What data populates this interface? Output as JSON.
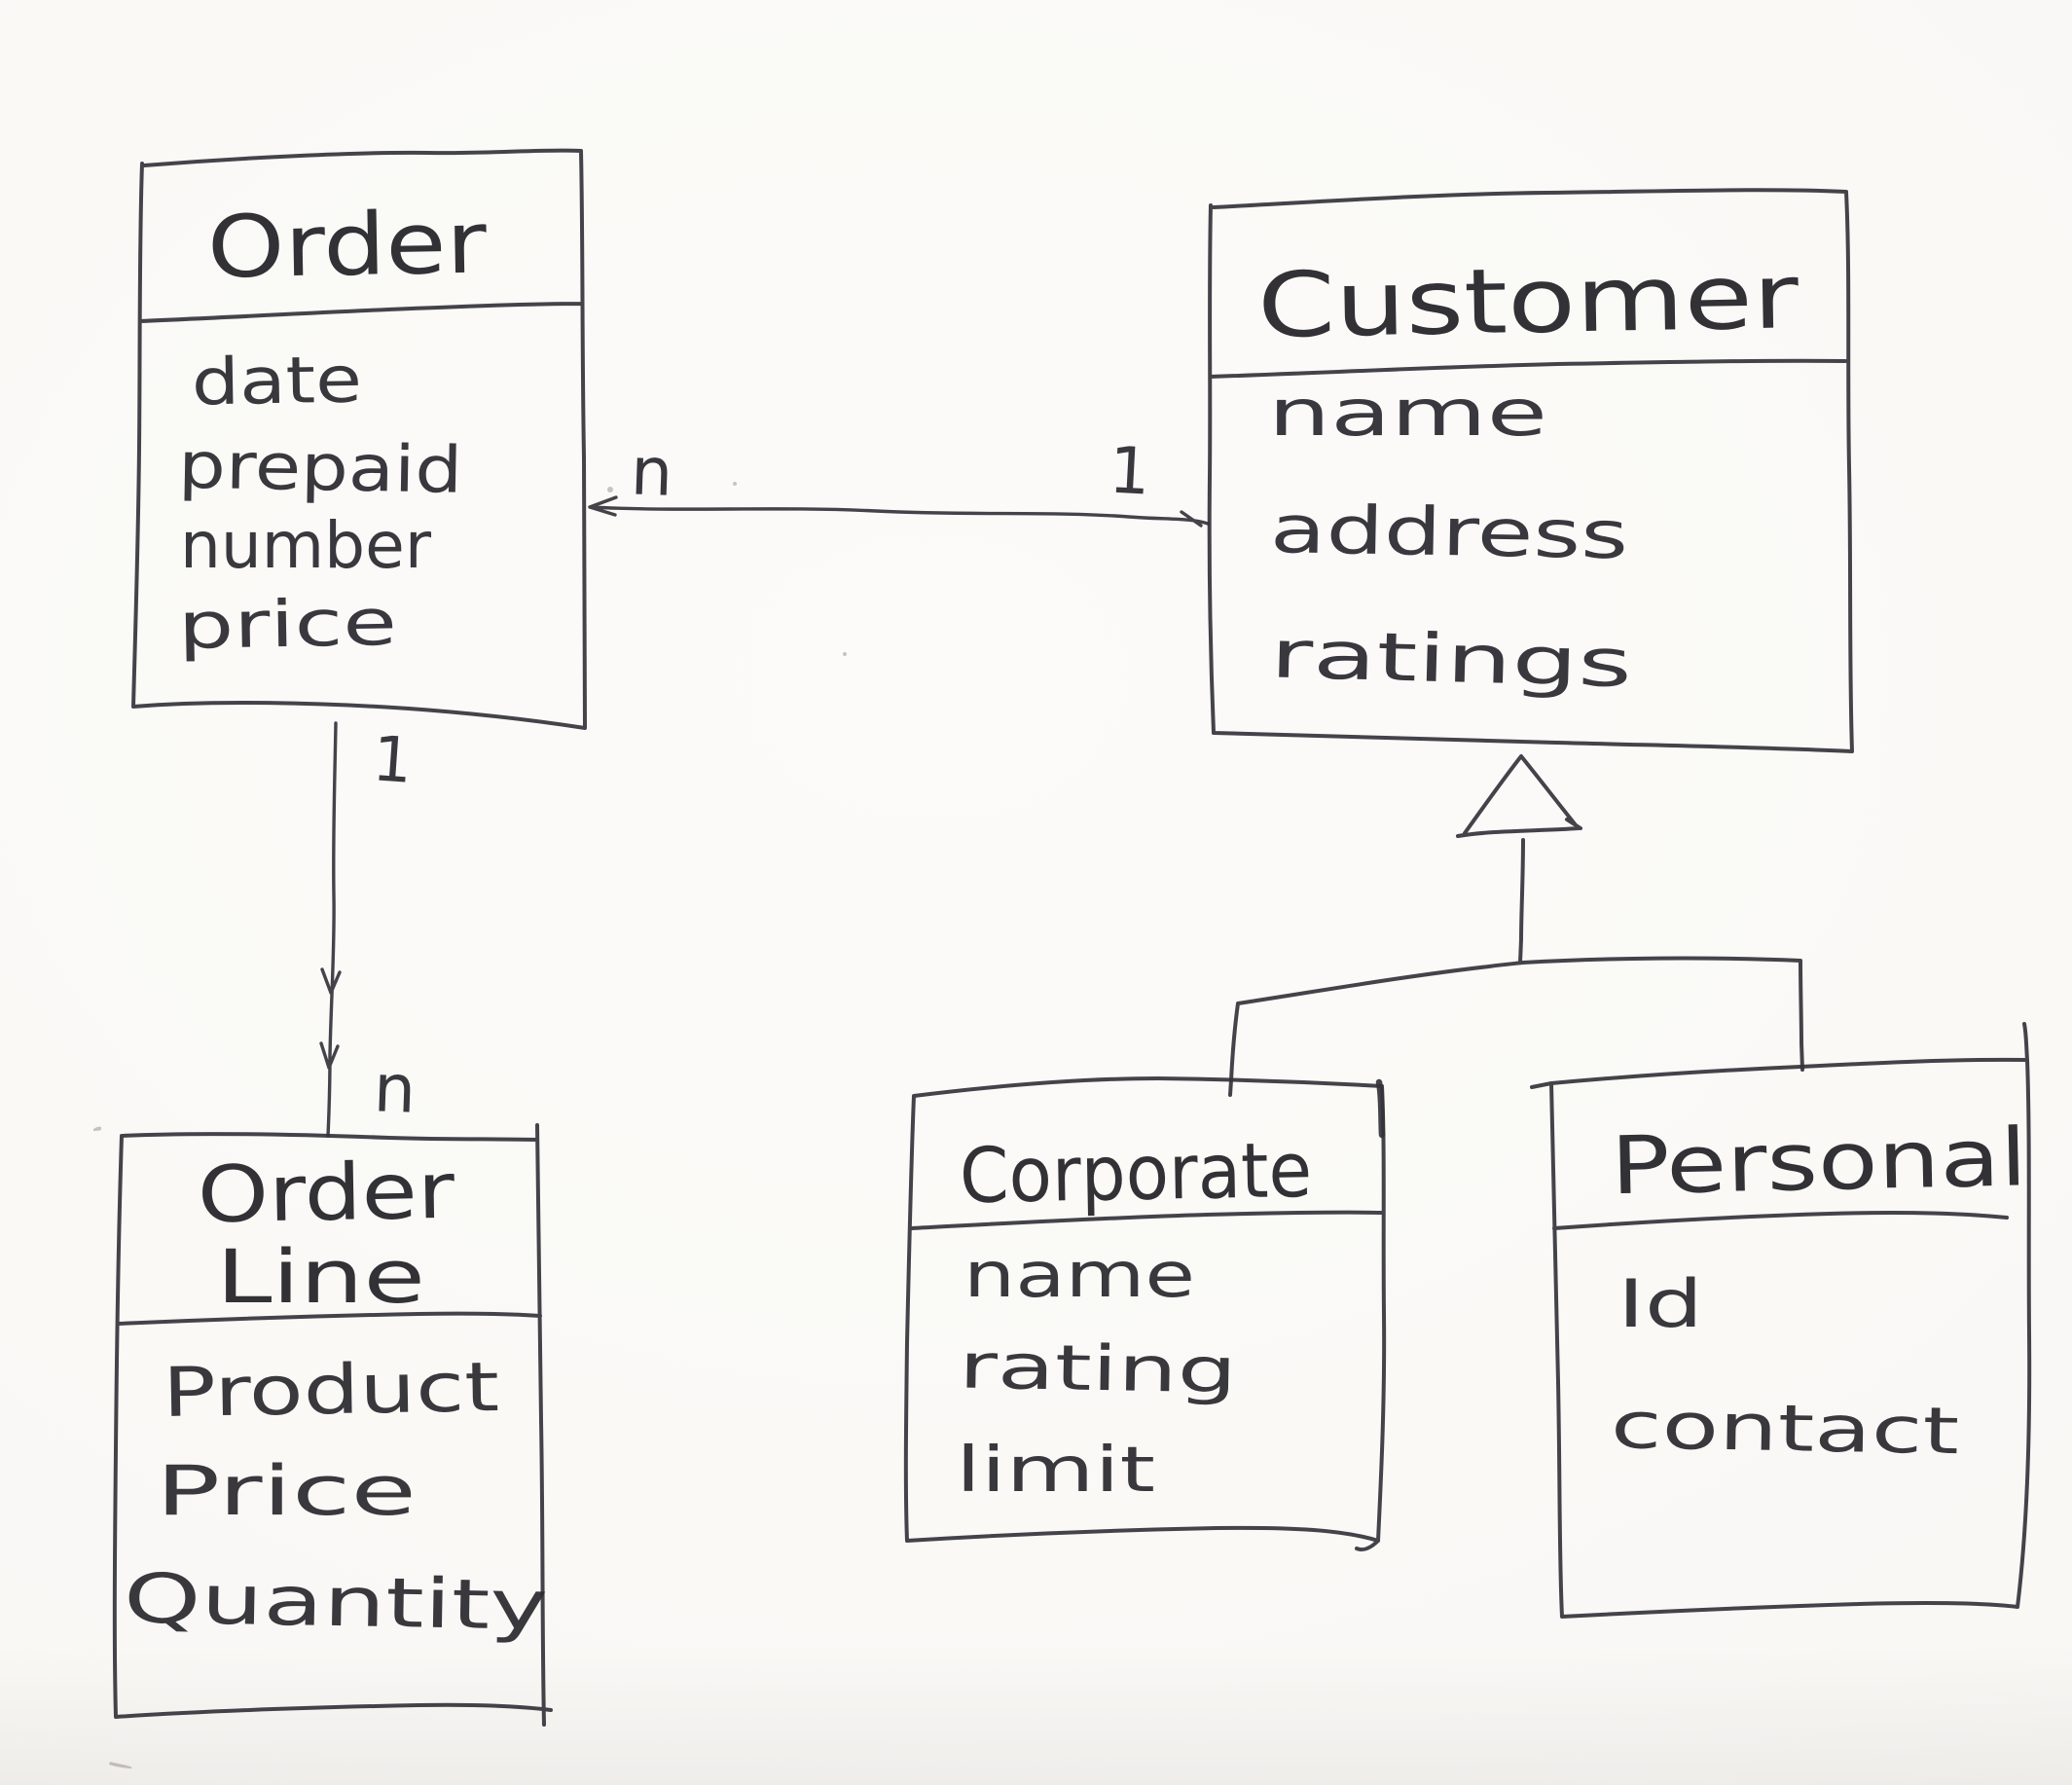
{
  "diagram": {
    "classes": [
      {
        "name": "Order",
        "attributes": [
          "date",
          "prepaid",
          "number",
          "price"
        ]
      },
      {
        "name": "Customer",
        "attributes": [
          "name",
          "address",
          "ratings"
        ]
      },
      {
        "name": "Order Line",
        "title_lines": [
          "Order",
          "Line"
        ],
        "attributes": [
          "Product",
          "Price",
          "Quantity"
        ]
      },
      {
        "name": "Corporate",
        "attributes": [
          "name",
          "rating",
          "limit"
        ]
      },
      {
        "name": "Personal",
        "attributes": [
          "Id",
          "contact"
        ]
      }
    ],
    "relationships": [
      {
        "type": "association",
        "from": "Order",
        "to": "Customer",
        "from_multiplicity": "n",
        "to_multiplicity": "1"
      },
      {
        "type": "association",
        "from": "Order",
        "to": "Order Line",
        "from_multiplicity": "1",
        "to_multiplicity": "n"
      },
      {
        "type": "generalization",
        "parent": "Customer",
        "children": [
          "Corporate",
          "Personal"
        ]
      }
    ],
    "colors": {
      "ink": "#34333a",
      "paper": "#f9f8f5"
    }
  }
}
